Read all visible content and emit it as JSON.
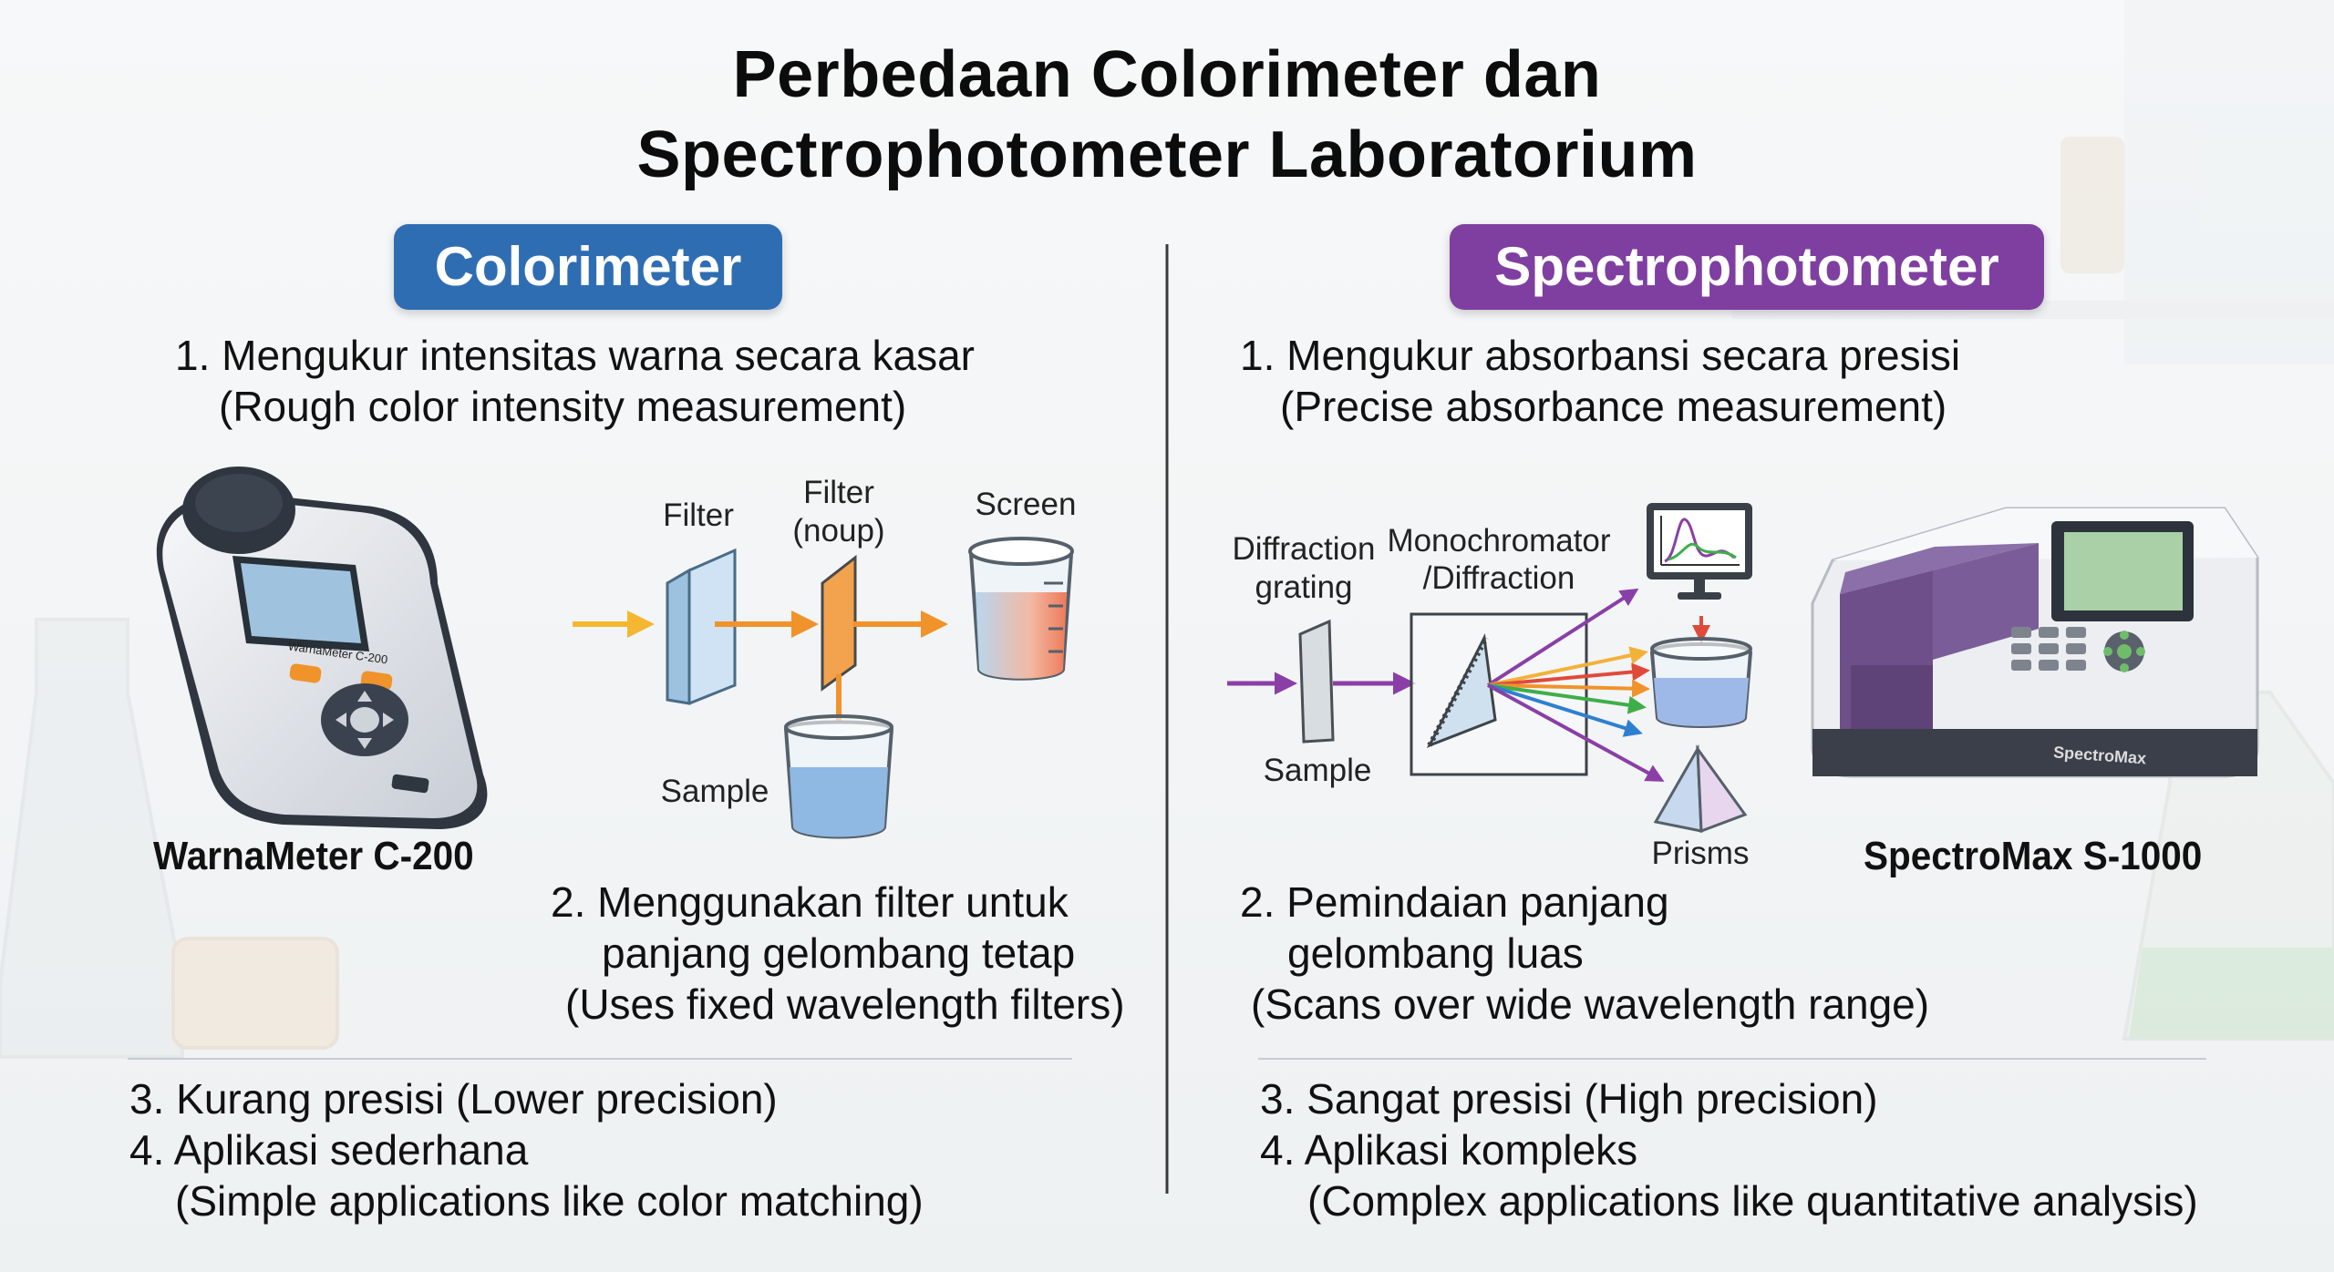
{
  "title_line1": "Perbedaan Colorimeter dan",
  "title_line2": "Spectrophotometer Laboratorium",
  "colors": {
    "colorimeter_pill": "#2f6db3",
    "spectro_pill": "#7f3fa0",
    "orange_arrow": "#f0932b",
    "yellow_arrow": "#f5b732",
    "purple_arrow": "#8a3fa6"
  },
  "colorimeter": {
    "label": "Colorimeter",
    "point1_line1": "1. Mengukur intensitas warna secara kasar",
    "point1_line2": "(Rough color intensity measurement)",
    "device_name": "WarnaMeter C-200",
    "device_screen_text": "WarnaMeter C-200",
    "diagram": {
      "filter": "Filter",
      "filter_noup_line1": "Filter",
      "filter_noup_line2": "(noup)",
      "screen": "Screen",
      "sample": "Sample"
    },
    "point2_line1": "2. Menggunakan filter untuk",
    "point2_line2": "panjang gelombang tetap",
    "point2_line3": "(Uses fixed wavelength filters)",
    "point3": "3. Kurang presisi (Lower precision)",
    "point4_line1": "4. Aplikasi sederhana",
    "point4_line2": "(Simple applications like color matching)"
  },
  "spectrophotometer": {
    "label": "Spectrophotometer",
    "point1_line1": "1. Mengukur absorbansi secara presisi",
    "point1_line2": "(Precise absorbance measurement)",
    "diagram": {
      "diffraction_line1": "Diffraction",
      "diffraction_line2": "grating",
      "mono_line1": "Monochromator",
      "mono_line2": "/Diffraction",
      "sample": "Sample",
      "prisms": "Prisms"
    },
    "device_name": "SpectroMax S-1000",
    "device_brand": "SpectroMax",
    "point2_line1": "2. Pemindaian panjang",
    "point2_line2": "gelombang luas",
    "point2_line3": "(Scans over wide wavelength range)",
    "point3": "3. Sangat presisi (High precision)",
    "point4_line1": "4. Aplikasi kompleks",
    "point4_line2": "(Complex applications like quantitative analysis)"
  }
}
